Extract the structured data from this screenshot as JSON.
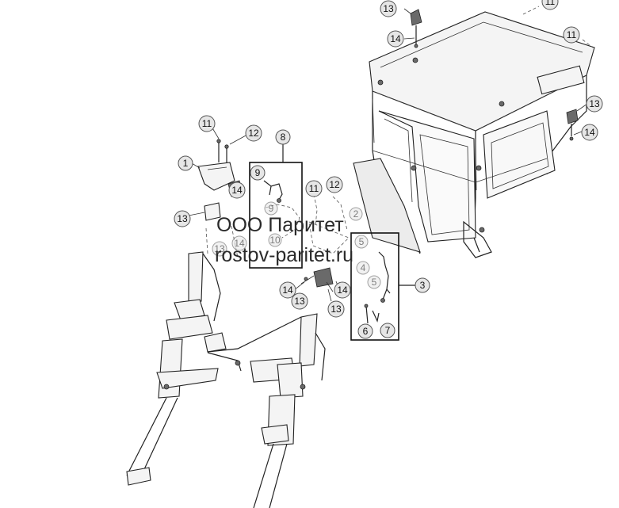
{
  "watermark": {
    "company": "ООО Паритет",
    "site": "rostov-paritet.ru"
  },
  "callouts": [
    {
      "id": "callout-13-top",
      "label": "13"
    },
    {
      "id": "callout-11-top",
      "label": "11"
    },
    {
      "id": "callout-14-top",
      "label": "14"
    },
    {
      "id": "callout-11-right",
      "label": "11"
    },
    {
      "id": "callout-13-right",
      "label": "13"
    },
    {
      "id": "callout-14-right",
      "label": "14"
    },
    {
      "id": "callout-11-left",
      "label": "11"
    },
    {
      "id": "callout-12-left",
      "label": "12"
    },
    {
      "id": "callout-1",
      "label": "1"
    },
    {
      "id": "callout-14-left",
      "label": "14"
    },
    {
      "id": "callout-13-left",
      "label": "13"
    },
    {
      "id": "callout-8",
      "label": "8"
    },
    {
      "id": "callout-9",
      "label": "9"
    },
    {
      "id": "callout-9b",
      "label": "9"
    },
    {
      "id": "callout-11-mid",
      "label": "11"
    },
    {
      "id": "callout-12-mid",
      "label": "12"
    },
    {
      "id": "callout-2",
      "label": "2"
    },
    {
      "id": "callout-10",
      "label": "10"
    },
    {
      "id": "callout-14-ghost",
      "label": "14"
    },
    {
      "id": "callout-13-ghost",
      "label": "13"
    },
    {
      "id": "callout-5",
      "label": "5"
    },
    {
      "id": "callout-5b",
      "label": "5"
    },
    {
      "id": "callout-4",
      "label": "4"
    },
    {
      "id": "callout-3",
      "label": "3"
    },
    {
      "id": "callout-14-mid",
      "label": "14"
    },
    {
      "id": "callout-13-mid",
      "label": "13"
    },
    {
      "id": "callout-13-mid2",
      "label": "13"
    },
    {
      "id": "callout-14-mid2",
      "label": "14"
    },
    {
      "id": "callout-6",
      "label": "6"
    },
    {
      "id": "callout-7",
      "label": "7"
    }
  ]
}
